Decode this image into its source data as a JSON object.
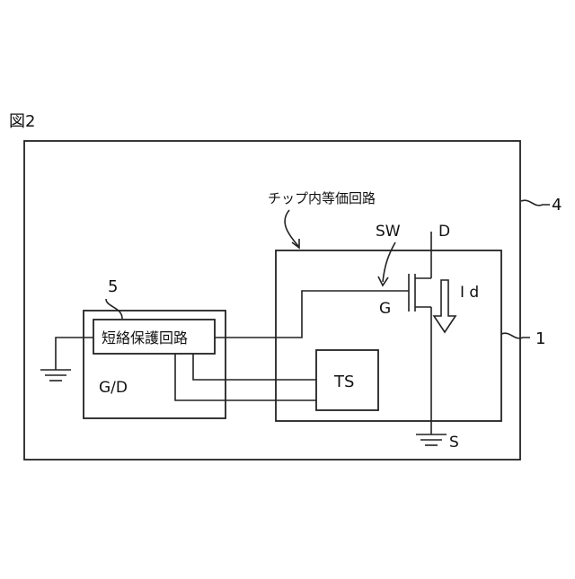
{
  "figure_label": "図2",
  "labels": {
    "ref_4": "4",
    "ref_1": "1",
    "ref_5": "5",
    "chip_equivalent": "チップ内等価回路",
    "short_protection": "短絡保護回路",
    "gate_driver": "G/D",
    "temp_sensor": "TS",
    "switch": "SW",
    "drain": "D",
    "gate": "G",
    "source": "S",
    "drain_current": "I d"
  }
}
